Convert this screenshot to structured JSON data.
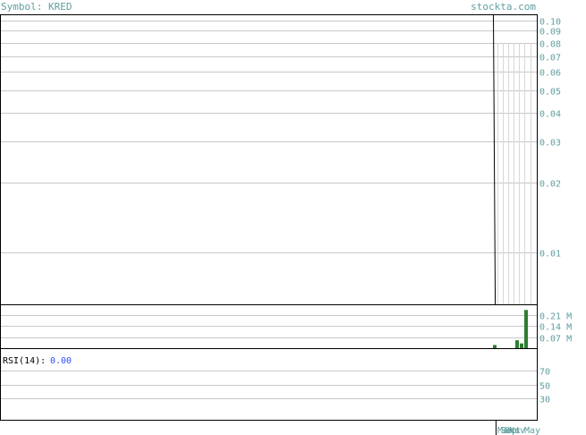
{
  "header": {
    "symbol_label": "Symbol: KRED",
    "site": "stockta.com"
  },
  "colors": {
    "label": "#5f9ea0",
    "grid": "#c8c8c8",
    "frame": "#000000",
    "volume_bar": "#2e7d32",
    "price_line": "#000000"
  },
  "chart_data": [
    {
      "type": "line",
      "panel": "price",
      "scale": "log",
      "ylim": [
        0.006,
        0.105
      ],
      "y_ticks": [
        0.1,
        0.09,
        0.08,
        0.07,
        0.06,
        0.05,
        0.04,
        0.03,
        0.02,
        0.01
      ],
      "y_tick_labels": [
        "0.10",
        "0.09",
        "0.08",
        "0.07",
        "0.06",
        "0.05",
        "0.04",
        "0.03",
        "0.02",
        "0.01"
      ],
      "x_labels": [
        "Mar",
        "Sep",
        "Oct",
        "Nov",
        "May"
      ],
      "grid": true
    },
    {
      "type": "bar",
      "panel": "volume",
      "ylim": [
        0,
        0.27
      ],
      "y_ticks": [
        0.21,
        0.14,
        0.07
      ],
      "y_tick_labels": [
        "0.21 M",
        "0.14 M",
        "0.07 M"
      ],
      "values": [
        0.02,
        0.05,
        0.03,
        0.24
      ]
    },
    {
      "type": "line",
      "panel": "rsi",
      "title_label": "RSI(14):",
      "value_label": "0.00",
      "ylim": [
        0,
        100
      ],
      "y_ticks": [
        70,
        50,
        30
      ],
      "y_tick_labels": [
        "70",
        "50",
        "30"
      ]
    }
  ]
}
